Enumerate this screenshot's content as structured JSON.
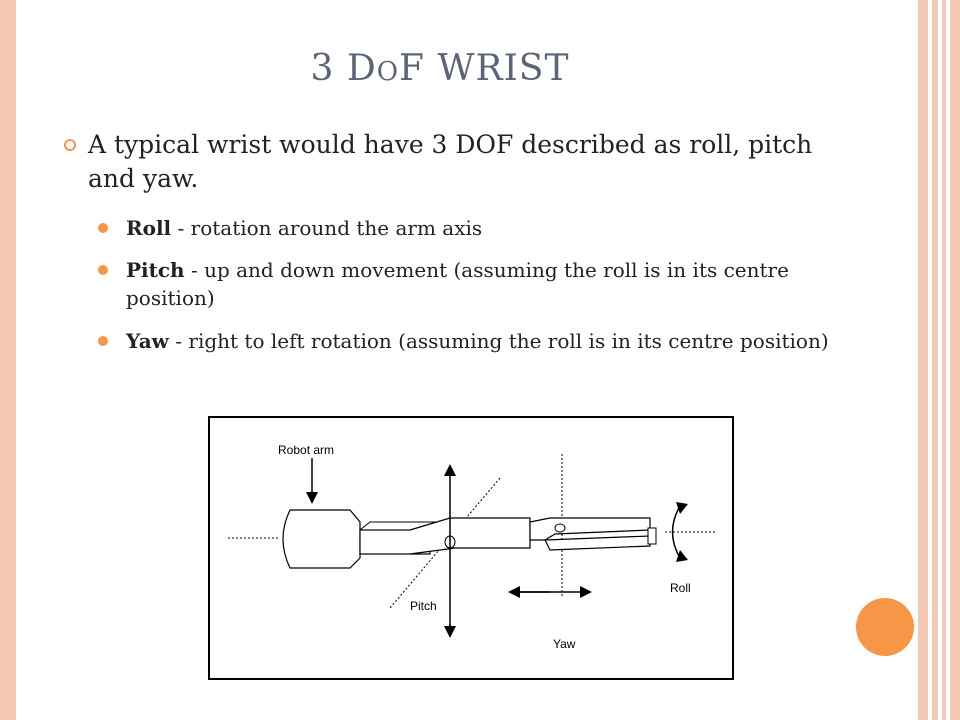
{
  "slide": {
    "title_prefix": "3 D",
    "title_small": "O",
    "title_suffix": "F WRIST",
    "main_bullet": "A typical wrist would have 3 DOF described as roll, pitch and yaw.",
    "sub_bullets": [
      {
        "term": "Roll",
        "text": " - rotation around the arm axis"
      },
      {
        "term": "Pitch",
        "text": " - up and down movement (assuming the roll is in its centre position)"
      },
      {
        "term": "Yaw",
        "text": " - right to left rotation (assuming the roll is in its centre position)"
      }
    ],
    "figure": {
      "label_robot_arm": "Robot arm",
      "label_pitch": "Pitch",
      "label_roll": "Roll",
      "label_yaw": "Yaw"
    }
  },
  "colors": {
    "accent": "#f79646",
    "border": "#f5c8b4",
    "title": "#5c6478"
  }
}
